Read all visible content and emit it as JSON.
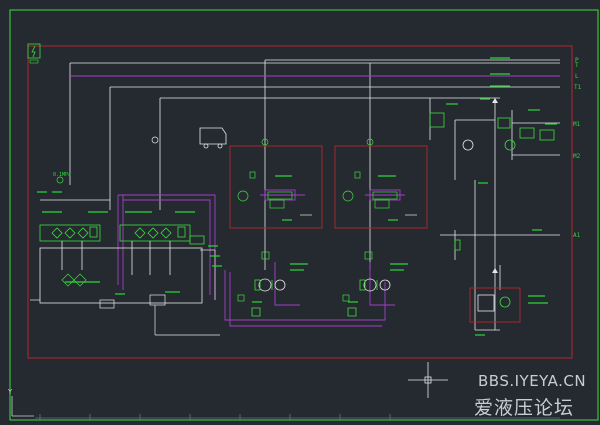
{
  "drawing": {
    "port_labels": [
      "P",
      "T",
      "L",
      "T1",
      "M1",
      "M2",
      "A1"
    ],
    "pressure_stamp": "0.1MPa",
    "axis_y": "Y"
  },
  "watermark": {
    "site": "BBS.IYEYA.CN",
    "forum": "爱液压论坛"
  },
  "colors": {
    "background": "#252a31",
    "frame": "#b3272b",
    "line": "#e6e6e6",
    "symbol": "#3ddc3d",
    "label": "#2bd63a",
    "drain": "#a53fc9"
  }
}
